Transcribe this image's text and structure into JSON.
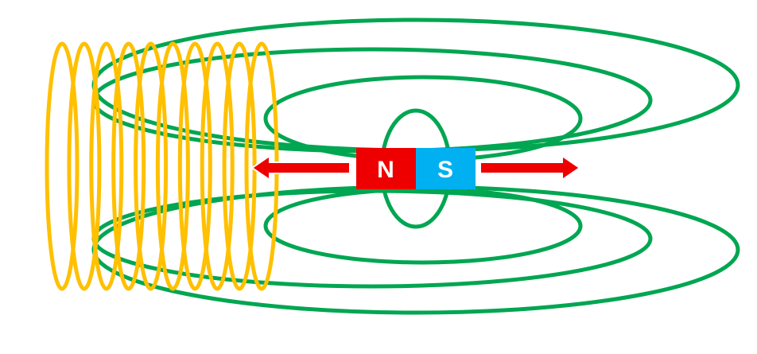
{
  "magnet": {
    "north_label": "N",
    "south_label": "S",
    "north_color": "#ee0000",
    "south_color": "#00b0f0"
  },
  "colors": {
    "field_lines": "#00a651",
    "coil": "#ffc000",
    "arrows": "#ee0000",
    "background": "#ffffff"
  },
  "coil_turns": 10,
  "icons": [
    "left-arrow-icon",
    "right-arrow-icon"
  ]
}
